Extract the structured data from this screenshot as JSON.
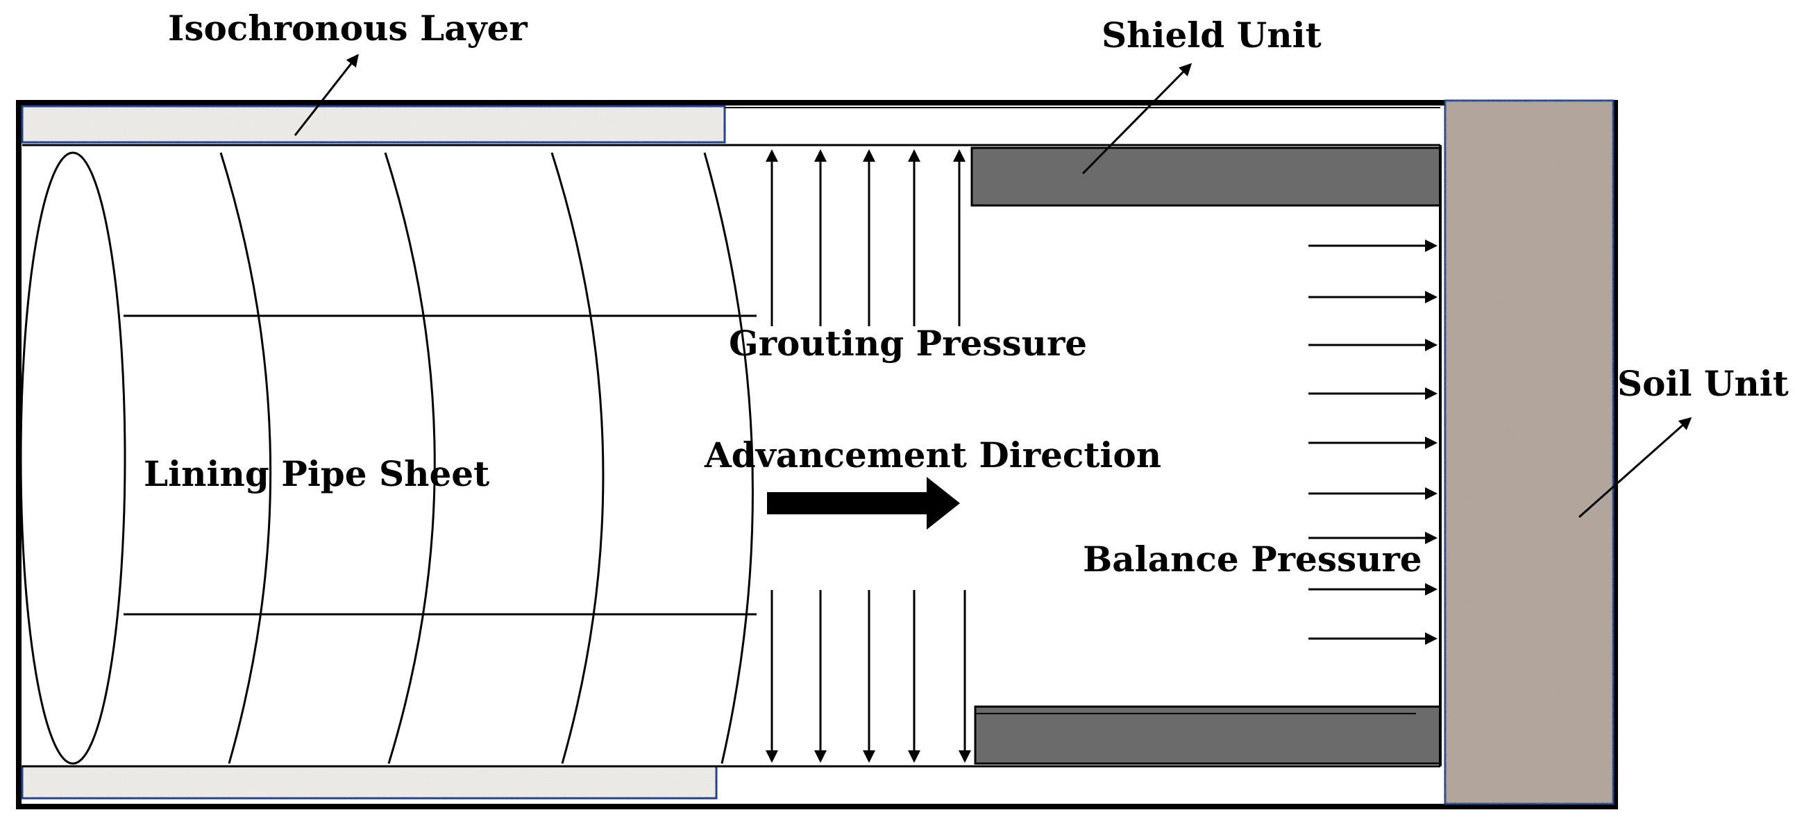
{
  "labels": {
    "isochronous_layer": "Isochronous Layer",
    "shield_unit": "Shield Unit",
    "soil_unit": "Soil Unit",
    "grouting_pressure": "Grouting Pressure",
    "advancement_direction": "Advancement Direction",
    "lining_pipe_sheet": "Lining Pipe Sheet",
    "balance_pressure": "Balance Pressure"
  },
  "colors": {
    "shield": "#6b6b6b",
    "soil": "#b3a59a",
    "isochronous_layer": "#ecebe8",
    "line": "#000000"
  },
  "icons": {
    "advancement_arrow": "thick-right-arrow-icon"
  }
}
